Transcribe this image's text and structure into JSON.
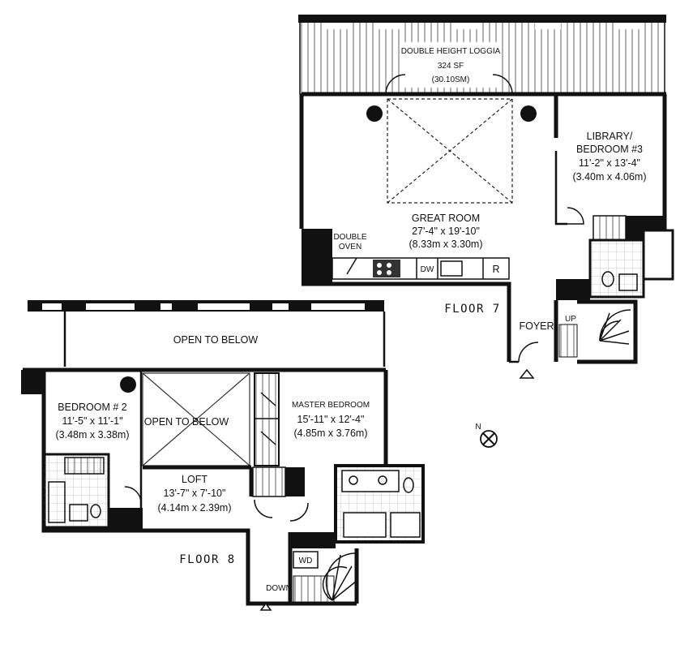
{
  "floor7": {
    "label": "FLOOR 7",
    "loggia": {
      "name": "DOUBLE HEIGHT LOGGIA",
      "area": "324 SF",
      "area_metric": "(30.10SM)"
    },
    "great_room": {
      "name": "GREAT ROOM",
      "dims": "27'-4\" x 19'-10\"",
      "dims_metric": "(8.33m x 3.30m)"
    },
    "library": {
      "name_line1": "LIBRARY/",
      "name_line2": "BEDROOM #3",
      "dims": "11'-2\" x 13'-4\"",
      "dims_metric": "(3.40m x 4.06m)"
    },
    "double_oven": {
      "line1": "DOUBLE",
      "line2": "OVEN"
    },
    "dishwasher": "DW",
    "refrigerator": "R",
    "foyer": "FOYER",
    "stair_up": "UP"
  },
  "floor8": {
    "label": "FLOOR 8",
    "open_to_below_top": "OPEN TO BELOW",
    "open_to_below_mid": "OPEN TO BELOW",
    "bedroom2": {
      "name": "BEDROOM # 2",
      "dims": "11'-5\" x 11'-1\"",
      "dims_metric": "(3.48m x 3.38m)"
    },
    "master": {
      "name": "MASTER BEDROOM",
      "dims": "15'-11\" x 12'-4\"",
      "dims_metric": "(4.85m x 3.76m)"
    },
    "loft": {
      "name": "LOFT",
      "dims": "13'-7\" x 7'-10\"",
      "dims_metric": "(4.14m x 2.39m)"
    },
    "washer_dryer": "WD",
    "stair_down": "DOWN"
  },
  "compass": {
    "north_label": "N"
  }
}
